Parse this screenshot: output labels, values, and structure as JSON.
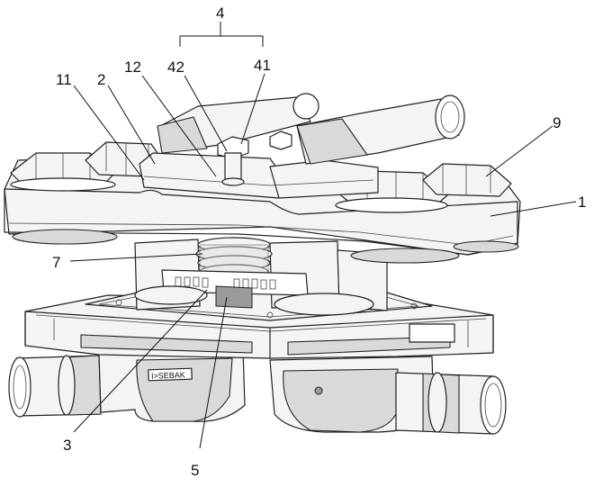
{
  "labels": {
    "l4": "4",
    "l11": "11",
    "l2": "2",
    "l12": "12",
    "l42": "42",
    "l41": "41",
    "l9": "9",
    "l1": "1",
    "l7": "7",
    "l3": "3",
    "l5": "5"
  },
  "housing_marking": "I>SEBAK"
}
